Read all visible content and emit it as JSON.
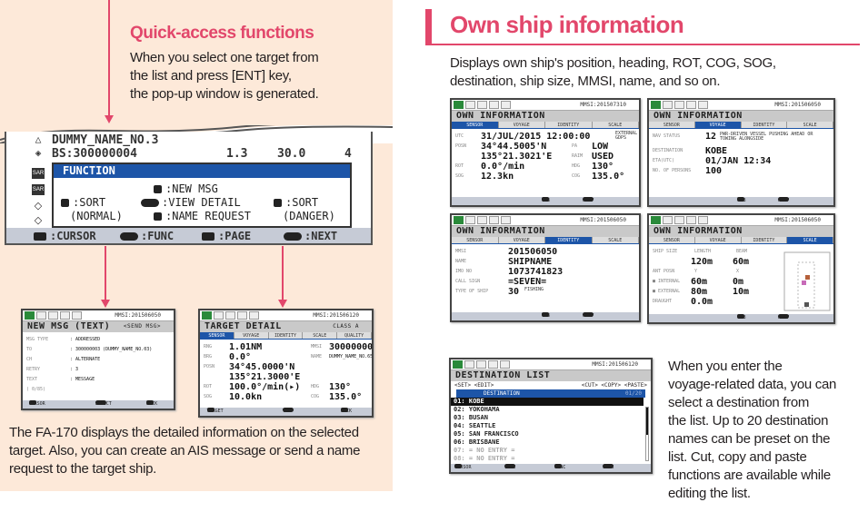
{
  "left": {
    "heading": "Quick-access functions",
    "intro": [
      "When you select one target from",
      "the list and press [ENT] key,",
      "the pop-up window is generated."
    ],
    "device": {
      "rows": [
        {
          "name": "DUMMY_NAME_NO.3",
          "icon": "triangle-icon"
        },
        {
          "name": "BS:300000004",
          "v1": "1.3",
          "v2": "30.0",
          "n": "4",
          "icon": "base-station-icon"
        }
      ],
      "function_title": "FUNCTION",
      "new_msg": ":NEW MSG",
      "sort_normal": ":SORT",
      "normal": "(NORMAL)",
      "view_detail": ":VIEW DETAIL",
      "name_request": ":NAME REQUEST",
      "sort_danger": ":SORT",
      "danger": "(DANGER)",
      "footer": [
        ":CURSOR",
        ":FUNC",
        ":PAGE",
        ":NEXT"
      ]
    },
    "body": [
      "The FA-170 displays the detailed information on the selected",
      "target. Also, you can create an AIS message or send a name",
      "request to the target ship."
    ]
  },
  "right": {
    "heading": "Own ship information",
    "intro": [
      "Displays own ship's position, heading, ROT, COG, SOG,",
      "destination, ship size, MMSI, name, and so on."
    ],
    "dest_text": [
      "When you enter the",
      "voyage-related data, you can",
      "select a destination from",
      "the list. Up to 20 destination",
      "names can be preset on the",
      "list. Cut, copy and paste",
      "functions are available while",
      "editing the list."
    ]
  },
  "screens": {
    "new_msg": {
      "mmsi": "MMSI:201506050",
      "title": "NEW MSG (TEXT)",
      "title_right": "<SEND MSG>",
      "tabs": [],
      "active": -1,
      "lines": [
        {
          "l": "MSG TYPE",
          "s": ": ADDRESSED"
        },
        {
          "l": "TO",
          "s": ": 300000003 (DUMMY_NAME_NO.03)"
        },
        {
          "l": "CH",
          "s": ": ALTERNATE"
        },
        {
          "l": "RETRY",
          "s": ": 3"
        },
        {
          "l": "TEXT",
          "s": ": MESSAGE"
        },
        {
          "l": "( 0/85)"
        }
      ],
      "footer": [
        "CURSOR",
        "SELECT",
        "BACK"
      ]
    },
    "target_detail": {
      "mmsi": "MMSI:201506120",
      "title": "TARGET DETAIL",
      "title_right": "CLASS A",
      "tabs": [
        "SENSOR",
        "VOYAGE",
        "IDENTITY",
        "SCALE",
        "QUALITY"
      ],
      "active": 0,
      "lines": [
        {
          "l": "RNG",
          "v": "1.01NM",
          "l2": "MMSI",
          "v2": "300000001"
        },
        {
          "l": "BRG",
          "v": "0.0°",
          "l2": "NAME",
          "s2": "DUMMY_NAME_NO.65"
        },
        {
          "l": "POSN",
          "v": "34°45.0000'N"
        },
        {
          "l": "",
          "v": "135°21.3000'E"
        },
        {
          "l": "ROT",
          "v": "100.0°/min(▸)",
          "l2": "HDG",
          "v2": "130°"
        },
        {
          "l": "SOG",
          "v": "10.0kn",
          "l2": "COG",
          "v2": "135.0°"
        }
      ],
      "footer": [
        "TARGET",
        "TAB",
        "BACK"
      ]
    },
    "own_sensor": {
      "mmsi": "MMSI:201507310",
      "title": "OWN INFORMATION",
      "tabs": [
        "SENSOR",
        "VOYAGE",
        "IDENTITY",
        "SCALE"
      ],
      "active": 0,
      "lines": [
        {
          "l": "UTC",
          "v": "31/JUL/2015 12:00:00",
          "l2": "",
          "s2": "EXTERNAL GDPS"
        },
        {
          "l": "POSN",
          "v": "34°44.5005'N",
          "l2": "PA",
          "v2": "LOW"
        },
        {
          "l": "",
          "v": "135°21.3021'E",
          "l2": "RAIM",
          "v2": "USED"
        },
        {
          "l": "ROT",
          "v": "0.0°/min",
          "l2": "HDG",
          "v2": "130°"
        },
        {
          "l": "SOG",
          "v": "12.3kn",
          "l2": "COG",
          "v2": "135.0°"
        }
      ],
      "footer": [
        "TAB",
        "NEXT"
      ]
    },
    "own_voyage": {
      "mmsi": "MMSI:201506050",
      "title": "OWN INFORMATION",
      "tabs": [
        "SENSOR",
        "VOYAGE",
        "IDENTITY",
        "SCALE"
      ],
      "active": 1,
      "lines": [
        {
          "l": "NAV STATUS",
          "v": "12",
          "n": "PWR-DRIVEN VESSEL PUSHING AHEAD OR TOWING ALONGSIDE"
        },
        {
          "l": "DESTINATION",
          "v": "KOBE"
        },
        {
          "l": "ETA(UTC)",
          "v": "01/JAN 12:34"
        },
        {
          "l": "NO. OF PERSONS",
          "v": "100"
        }
      ],
      "footer": [
        "TAB",
        "NEXT"
      ]
    },
    "own_identity": {
      "mmsi": "MMSI:201506050",
      "title": "OWN INFORMATION",
      "tabs": [
        "SENSOR",
        "VOYAGE",
        "IDENTITY",
        "SCALE"
      ],
      "active": 2,
      "lines": [
        {
          "l": "MMSI",
          "v": "201506050"
        },
        {
          "l": "NAME",
          "v": "SHIPNAME"
        },
        {
          "l": "IMO NO",
          "v": "1073741823"
        },
        {
          "l": "CALL SIGN",
          "v": "=SEVEN="
        },
        {
          "l": "TYPE OF SHIP",
          "v": "30",
          "n": "FISHING"
        }
      ],
      "footer": [
        "TAB",
        "NEXT"
      ]
    },
    "own_scale": {
      "mmsi": "MMSI:201506050",
      "title": "OWN INFORMATION",
      "tabs": [
        "SENSOR",
        "VOYAGE",
        "IDENTITY",
        "SCALE"
      ],
      "active": 3,
      "lines": [
        {
          "l": "SHIP SIZE",
          "h": "LENGTH",
          "h2": "BEAM"
        },
        {
          "l": "",
          "v": "120m",
          "v2": "60m"
        },
        {
          "l": "ANT POSN",
          "h": "Y",
          "h2": "X"
        },
        {
          "l": "■ INTERNAL",
          "v": "60m",
          "v2": "0m"
        },
        {
          "l": "■ EXTERNAL",
          "v": "80m",
          "v2": "10m"
        },
        {
          "l": "DRAUGHT",
          "v": "0.0m"
        }
      ],
      "footer": [
        "TAB",
        "NEXT"
      ]
    },
    "dest_list": {
      "mmsi": "MMSI:201506120",
      "title": "DESTINATION LIST",
      "set": "<SET> <EDIT>",
      "ops": "<CUT> <COPY> <PASTE>",
      "col": "DESTINATION",
      "count": "01/20",
      "items": [
        "01: KOBE",
        "02: YOKOHAMA",
        "03: BUSAN",
        "04: SEATTLE",
        "05: SAN FRANCISCO",
        "06: BRISBANE",
        "07:    = NO ENTRY =",
        "08:    = NO ENTRY ="
      ],
      "footer": [
        "CURSOR",
        "EXEC",
        "FUNC",
        "BACK"
      ]
    }
  },
  "colors": {
    "accent": "#e2476b",
    "panel": "#fde9d9",
    "tab_active": "#1d55a8"
  }
}
